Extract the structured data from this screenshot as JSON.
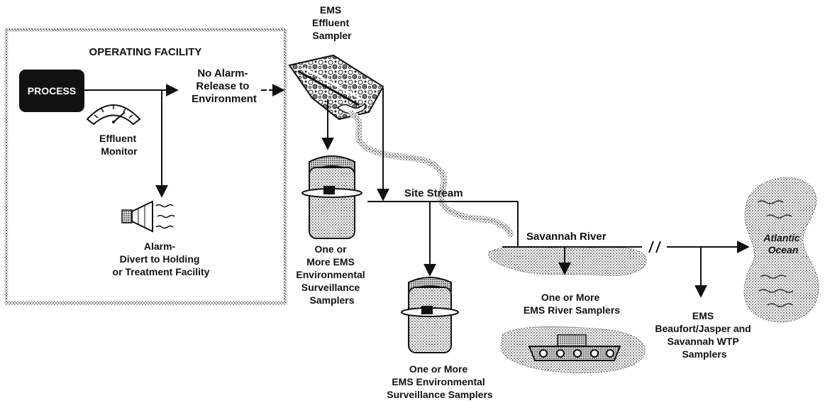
{
  "facility": {
    "title": "OPERATING FACILITY",
    "process_label": "PROCESS",
    "monitor_label": [
      "Effluent",
      "Monitor"
    ],
    "alarm_label": [
      "Alarm-",
      "Divert to Holding",
      "or Treatment Facility"
    ]
  },
  "release_label": [
    "No Alarm-",
    "Release to",
    "Environment"
  ],
  "effluent_sampler_label": [
    "EMS",
    "Effluent",
    "Sampler"
  ],
  "site_stream_label": "Site Stream",
  "savannah_river_label": "Savannah River",
  "surveillance_sampler_1_label": [
    "One or",
    "More EMS",
    "Environmental",
    "Surveillance",
    "Samplers"
  ],
  "surveillance_sampler_2_label": [
    "One or More",
    "EMS Environmental",
    "Surveillance Samplers"
  ],
  "river_samplers_label": [
    "One or More",
    "EMS River Samplers"
  ],
  "wtp_samplers_label": [
    "EMS",
    "Beaufort/Jasper and",
    "Savannah WTP",
    "Samplers"
  ],
  "ocean_label": [
    "Atlantic",
    "Ocean"
  ],
  "colors": {
    "ink": "#111111",
    "shade": "#9a9a9a",
    "paper": "#ffffff"
  }
}
